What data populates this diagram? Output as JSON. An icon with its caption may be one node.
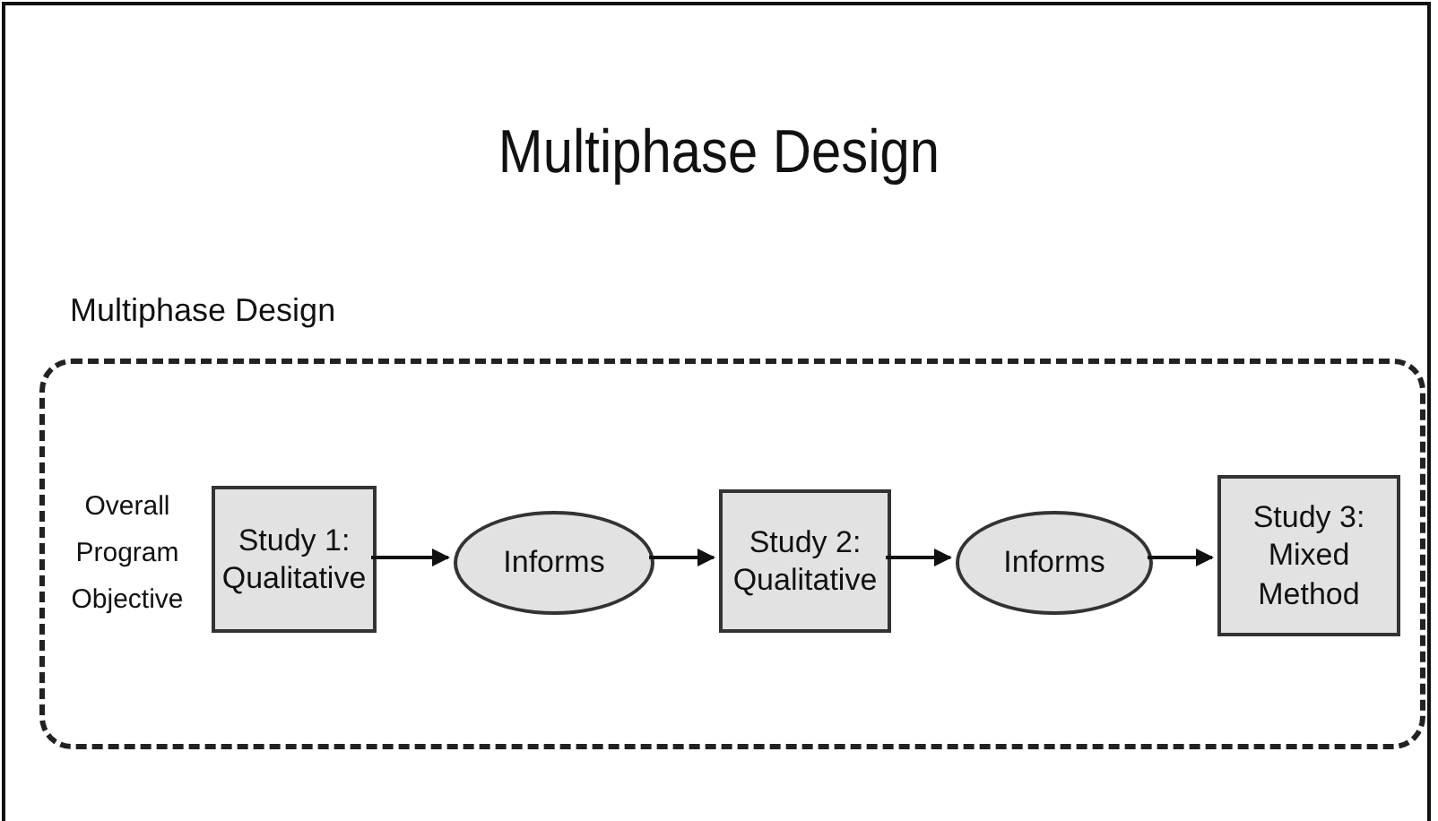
{
  "diagram": {
    "title": "Multiphase Design",
    "nodes": [
      {
        "text": [
          "Multiphase Design"
        ]
      },
      {
        "text": [
          "Study 1: Qualitative"
        ],
        "in": 0
      },
      {
        "text": [
          "Informs"
        ],
        "in": 0
      },
      {
        "text": [
          "Study 2: Qualitative"
        ],
        "in": 0
      },
      {
        "text": [
          "Informs"
        ],
        "in": 0
      },
      {
        "text": [
          "Study 3: Mixed Method"
        ],
        "in": 0
      }
    ],
    "edges": [
      {
        "from": 1,
        "to": 2,
        "arrow": "to"
      },
      {
        "from": 2,
        "to": 3,
        "arrow": "to"
      },
      {
        "from": 3,
        "to": 4,
        "arrow": "to"
      },
      {
        "from": 4,
        "to": 5,
        "arrow": "to"
      }
    ],
    "labels": [
      "Overall Program Objective"
    ]
  }
}
